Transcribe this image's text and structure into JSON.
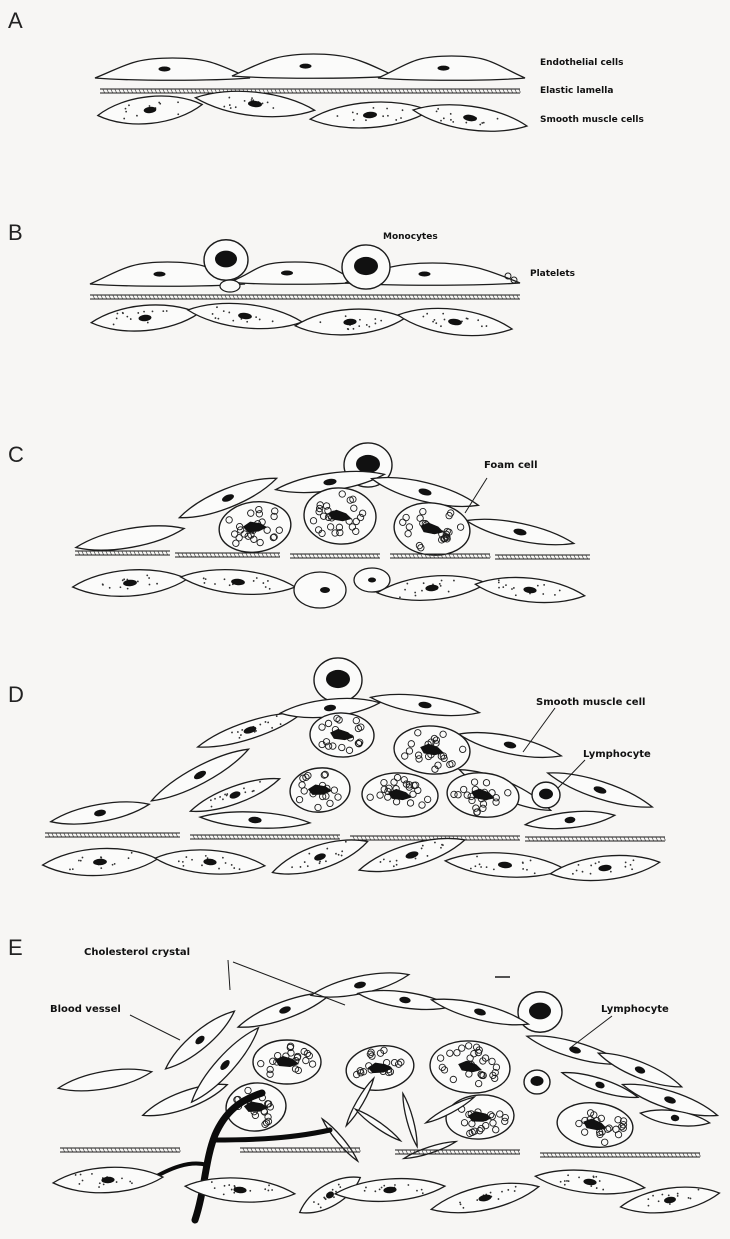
{
  "panels": {
    "a": {
      "letter": "A",
      "labels": [
        "Endothelial cells",
        "Elastic lamella",
        "Smooth muscle cells"
      ]
    },
    "b": {
      "letter": "B",
      "labels": [
        "Monocytes",
        "Platelets"
      ]
    },
    "c": {
      "letter": "C",
      "labels": [
        "Foam cell"
      ]
    },
    "d": {
      "letter": "D",
      "labels": [
        "Smooth muscle cell",
        "Lymphocyte"
      ]
    },
    "e": {
      "letter": "E",
      "labels": [
        "Cholesterol crystal",
        "Blood vessel",
        "Lymphocyte"
      ]
    }
  }
}
